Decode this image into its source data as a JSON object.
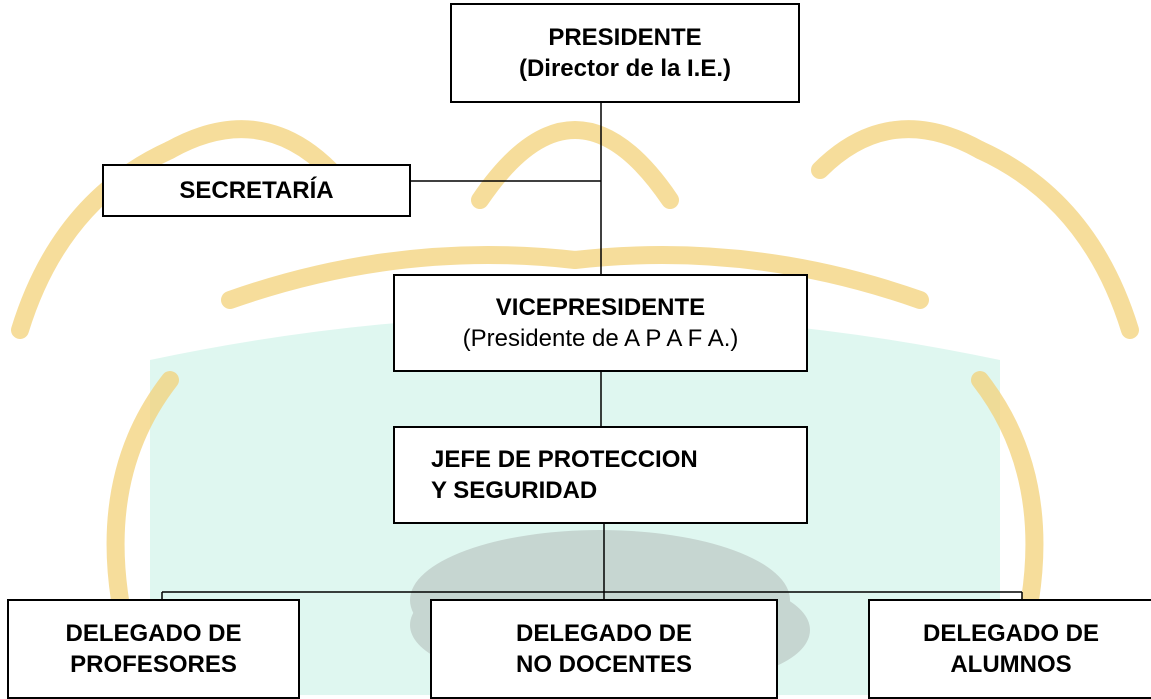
{
  "diagram": {
    "watermark": {
      "gold_color": "#f3d27a",
      "teal_color": "#b9eede",
      "tree_color": "#9a9a9a"
    },
    "line_color": "#000000",
    "nodes": {
      "president": {
        "line1": "PRESIDENTE",
        "line2": "(Director de la I.E.)"
      },
      "secretary": {
        "label": "SECRETARÍA"
      },
      "vicepresident": {
        "line1": "VICEPRESIDENTE",
        "line2": "(Presidente de A P A F A.)"
      },
      "security_chief": {
        "line1": "JEFE DE PROTECCION",
        "line2": "Y SEGURIDAD"
      },
      "delegate_teachers": {
        "line1": "DELEGADO DE",
        "line2": "PROFESORES"
      },
      "delegate_nonteaching": {
        "line1": "DELEGADO DE",
        "line2": "NO DOCENTES"
      },
      "delegate_students": {
        "line1": "DELEGADO DE",
        "line2": "ALUMNOS"
      }
    }
  }
}
